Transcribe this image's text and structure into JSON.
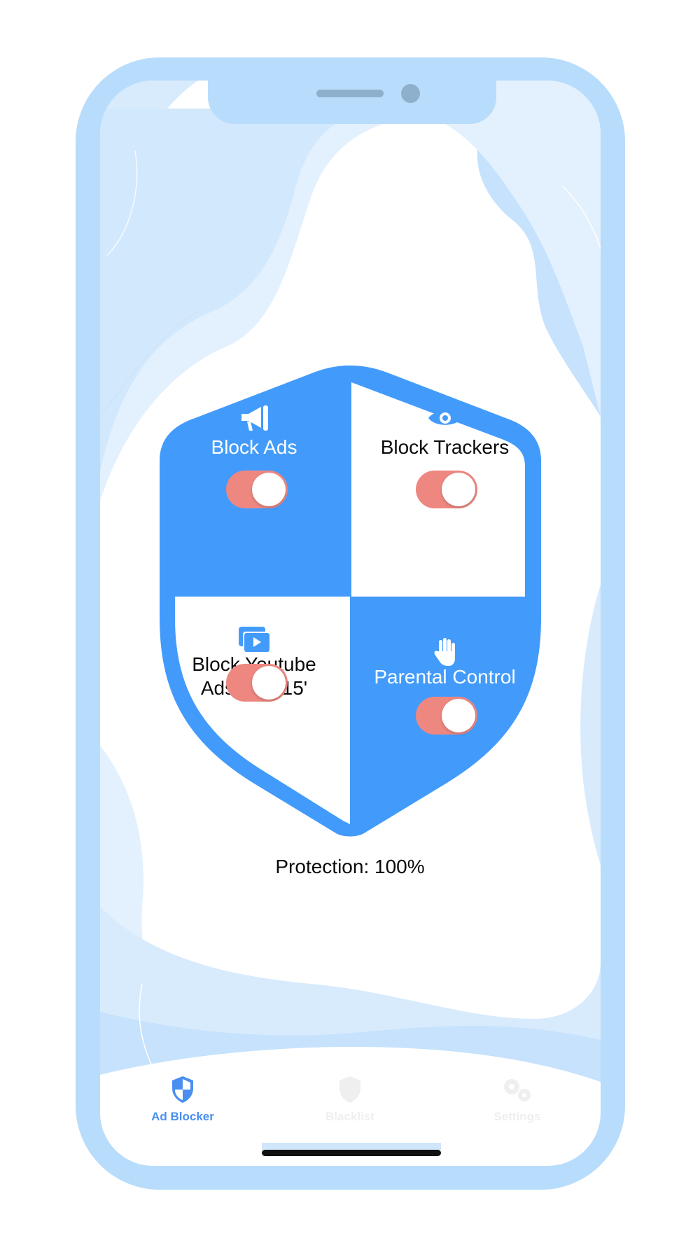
{
  "colors": {
    "frame": "#b8dcfc",
    "accent_blue": "#429bfb",
    "toggle_on": "#ee8780",
    "tab_active": "#4a8ff0",
    "tab_inactive": "#eeeeee"
  },
  "shield": {
    "block_ads": {
      "label": "Block Ads",
      "icon": "megaphone-icon",
      "enabled": true
    },
    "block_trackers": {
      "label": "Block Trackers",
      "icon": "eye-icon",
      "enabled": true
    },
    "block_youtube": {
      "label_line1": "Block Youtube",
      "label_line2": "Ads 'iOS 15'",
      "icon": "video-stack-icon",
      "enabled": true
    },
    "parental_control": {
      "label": "Parental Control",
      "icon": "hand-icon",
      "enabled": true
    }
  },
  "protection": {
    "text": "Protection: 100%"
  },
  "tabbar": {
    "tabs": [
      {
        "label": "Ad Blocker",
        "icon": "shield-icon",
        "active": true
      },
      {
        "label": "Blacklist",
        "icon": "shield-icon",
        "active": false
      },
      {
        "label": "Settings",
        "icon": "gears-icon",
        "active": false
      }
    ]
  }
}
